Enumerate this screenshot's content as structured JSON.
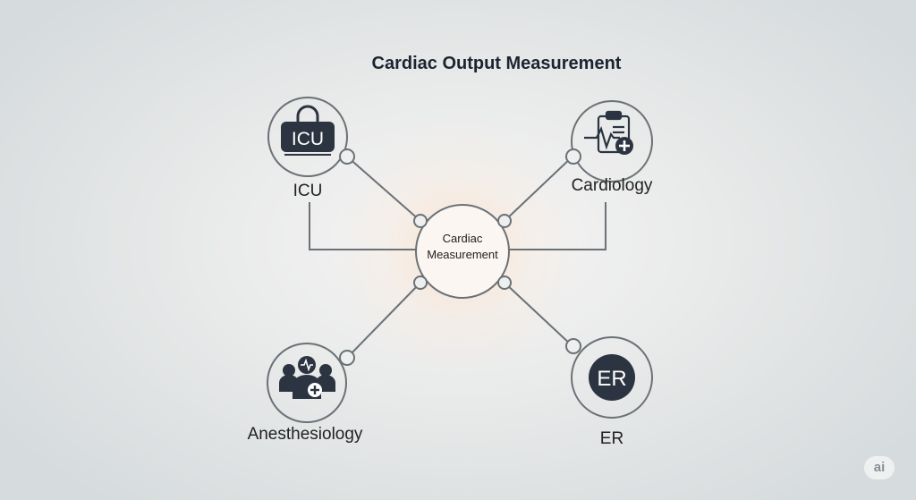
{
  "title": "Cardiac Output Measurement",
  "center": {
    "line1": "Cardiac",
    "line2": "Measurement"
  },
  "nodes": [
    {
      "label": "ICU",
      "icon": "icu-bag-icon",
      "icon_text": "ICU"
    },
    {
      "label": "Cardiology",
      "icon": "clipboard-heartbeat-icon"
    },
    {
      "label": "Anesthesiology",
      "icon": "medical-team-icon"
    },
    {
      "label": "ER",
      "icon": "er-badge-icon",
      "icon_text": "ER"
    }
  ],
  "watermark": "ai",
  "colors": {
    "line": "#6b7176",
    "icon": "#2b3440",
    "center_fill": "#fbf6f2"
  }
}
